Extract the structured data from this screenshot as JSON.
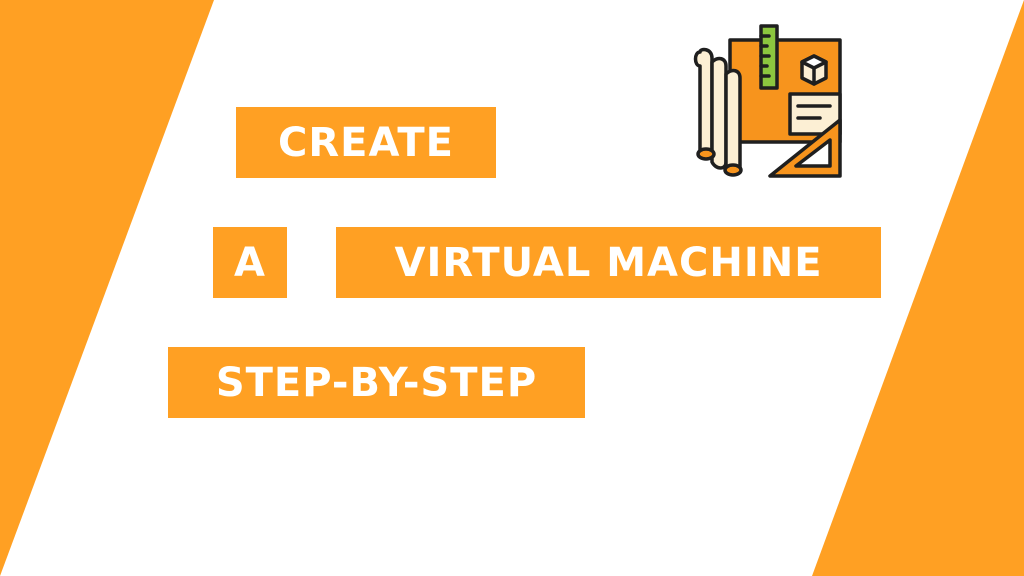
{
  "colors": {
    "accent_orange": "#FFA023",
    "background": "#FFFFFF",
    "icon_orange": "#F7941D",
    "icon_cream": "#FCEFD4",
    "icon_green": "#8CC63F",
    "icon_outline": "#1F1F1F"
  },
  "title": {
    "line1": "CREATE",
    "line2_word1": "A",
    "line2_word2": "VIRTUAL MACHINE",
    "line3": "STEP-BY-STEP"
  },
  "icon": {
    "name": "blueprint-design-tools-icon"
  }
}
